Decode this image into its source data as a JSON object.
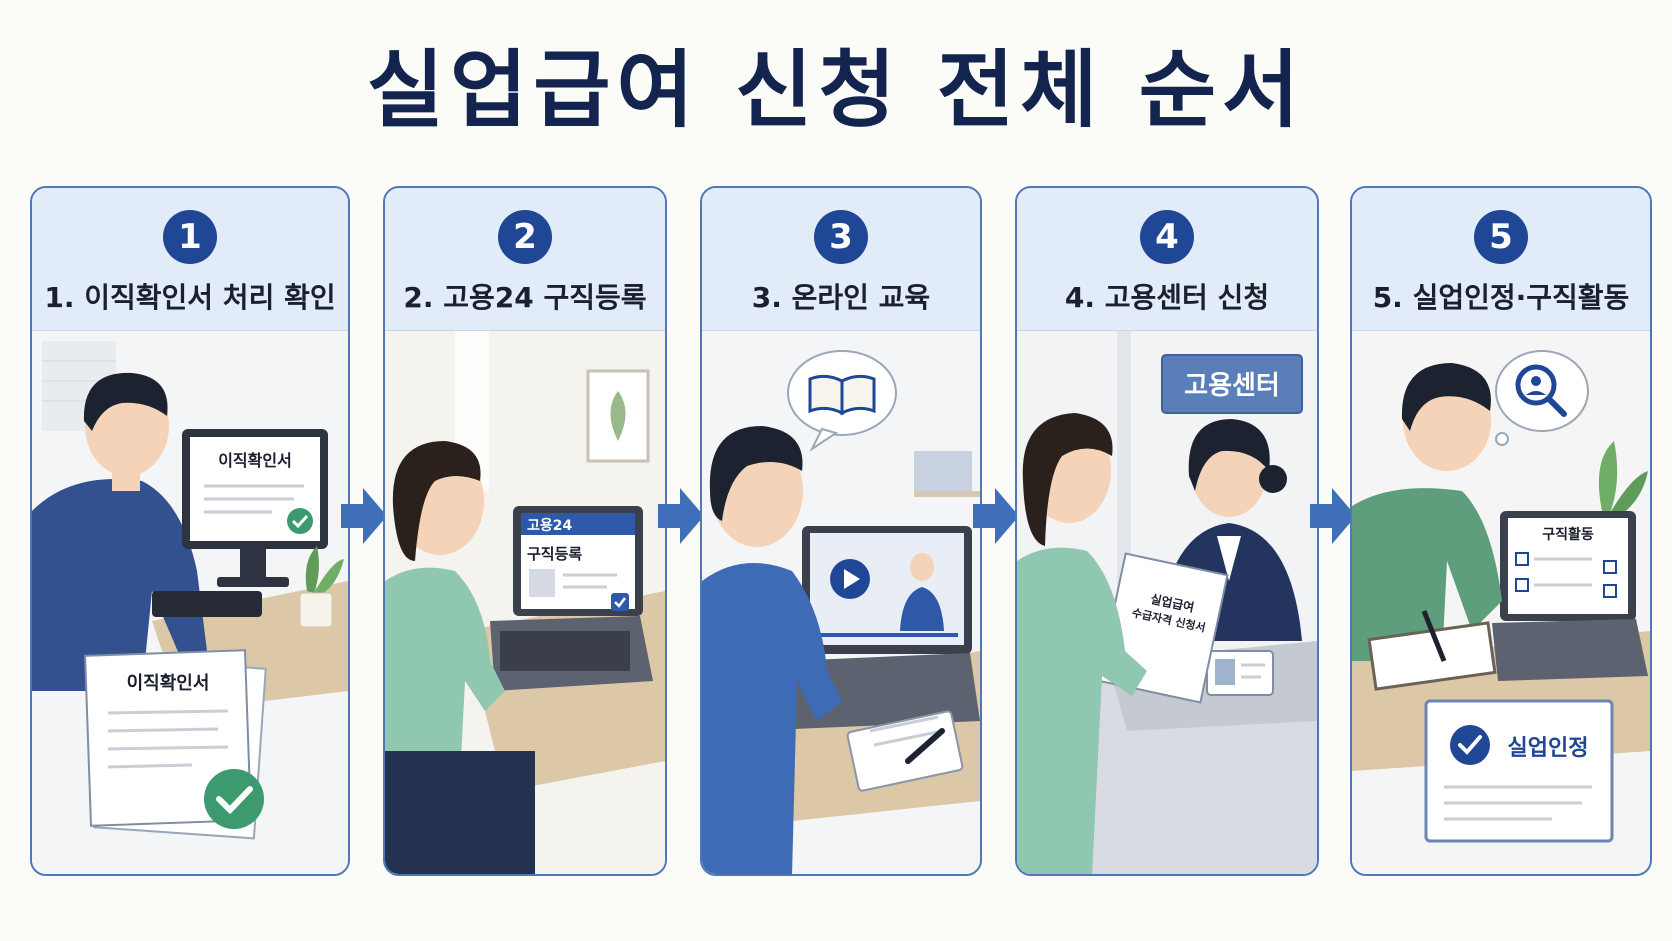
{
  "title": "실업급여 신청 전체 순서",
  "colors": {
    "navy": "#13244f",
    "accent_blue": "#1f4796",
    "panel_border": "#4f77b8",
    "header_bg": "#e2ecf8",
    "check_green": "#3c9a6e"
  },
  "steps": [
    {
      "number": "1",
      "label": "1. 이직확인서 처리 확인",
      "monitor_text": "이직확인서",
      "document_text": "이직확인서",
      "icons": [
        "computer-monitor-icon",
        "document-icon",
        "check-circle-icon"
      ]
    },
    {
      "number": "2",
      "label": "2. 고용24 구직등록",
      "laptop_header": "고용24",
      "laptop_text": "구직등록",
      "icons": [
        "laptop-icon",
        "checkbox-icon"
      ]
    },
    {
      "number": "3",
      "label": "3. 온라인 교육",
      "icons": [
        "open-book-icon",
        "video-play-icon",
        "notebook-pen-icon"
      ]
    },
    {
      "number": "4",
      "label": "4. 고용센터 신청",
      "sign_text": "고용센터",
      "form_line1": "실업급여",
      "form_line2": "수급자격 신청서",
      "icons": [
        "id-card-icon",
        "application-form-icon"
      ]
    },
    {
      "number": "5",
      "label": "5. 실업인정·구직활동",
      "laptop_text": "구직활동",
      "card_text": "실업인정",
      "icons": [
        "magnifier-person-icon",
        "checklist-icon",
        "check-circle-icon"
      ]
    }
  ]
}
